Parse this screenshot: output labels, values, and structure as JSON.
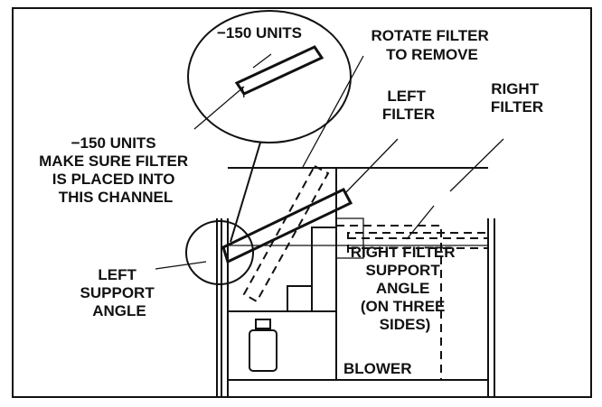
{
  "labels": {
    "units_inset": "−150 UNITS",
    "rotate": [
      "ROTATE FILTER",
      "TO REMOVE"
    ],
    "units_note": [
      "−150 UNITS",
      "MAKE SURE FILTER",
      "IS PLACED INTO",
      "THIS CHANNEL"
    ],
    "left_filter": [
      "LEFT",
      "FILTER"
    ],
    "right_filter": [
      "RIGHT",
      "FILTER"
    ],
    "right_support": [
      "RIGHT FILTER",
      "SUPPORT",
      "ANGLE",
      "(ON THREE",
      "SIDES)"
    ],
    "left_support": [
      "LEFT",
      "SUPPORT",
      "ANGLE"
    ],
    "blower": "BLOWER"
  }
}
